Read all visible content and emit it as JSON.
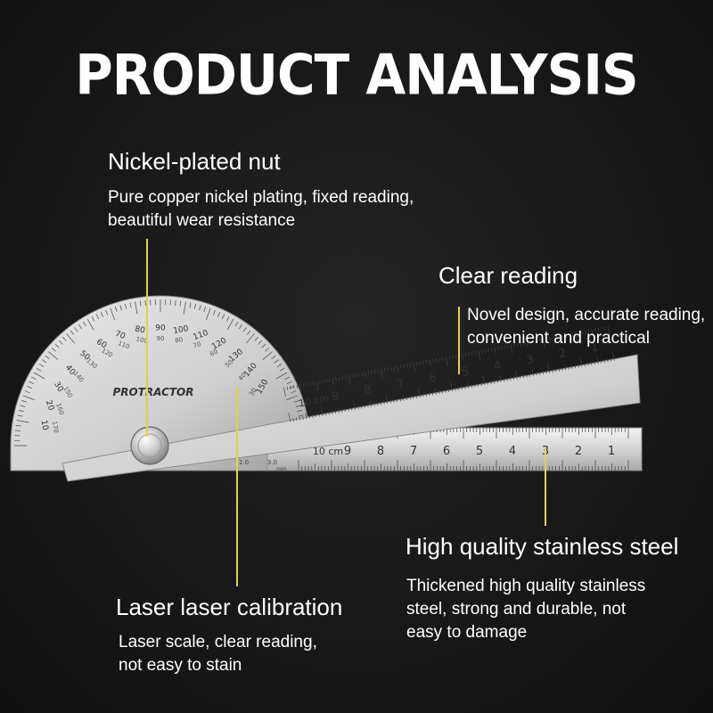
{
  "title": "PRODUCT ANALYSIS",
  "features": {
    "nut": {
      "heading": "Nickel-plated nut",
      "lines": [
        "Pure copper nickel plating, fixed reading,",
        "beautiful wear resistance"
      ]
    },
    "reading": {
      "heading": "Clear reading",
      "lines": [
        "Novel design, accurate reading,",
        "convenient and practical"
      ]
    },
    "steel": {
      "heading": "High quality stainless steel",
      "lines": [
        "Thickened high quality stainless",
        "steel, strong and durable, not",
        "easy to damage"
      ]
    },
    "laser": {
      "heading": "Laser laser calibration",
      "lines": [
        "Laser scale, clear reading,",
        "not easy to stain"
      ]
    }
  },
  "product": {
    "brand_label": "PROTRACTOR",
    "arm_unit": "10 cm",
    "ruler_numbers": [
      "9",
      "8",
      "7",
      "6",
      "5",
      "4",
      "3",
      "2",
      "1"
    ],
    "protractor_outer": [
      "10",
      "20",
      "30",
      "40",
      "50",
      "60",
      "70",
      "80",
      "90",
      "100",
      "110",
      "120",
      "130",
      "140",
      "150"
    ],
    "protractor_inner": [
      "170",
      "160",
      "150",
      "140",
      "130",
      "120",
      "110",
      "100",
      "90",
      "80",
      "70",
      "60",
      "50",
      "40",
      "30"
    ],
    "base_marks": [
      "2.0",
      "3.0",
      "mm"
    ]
  },
  "accent_color": "#e6d23a"
}
